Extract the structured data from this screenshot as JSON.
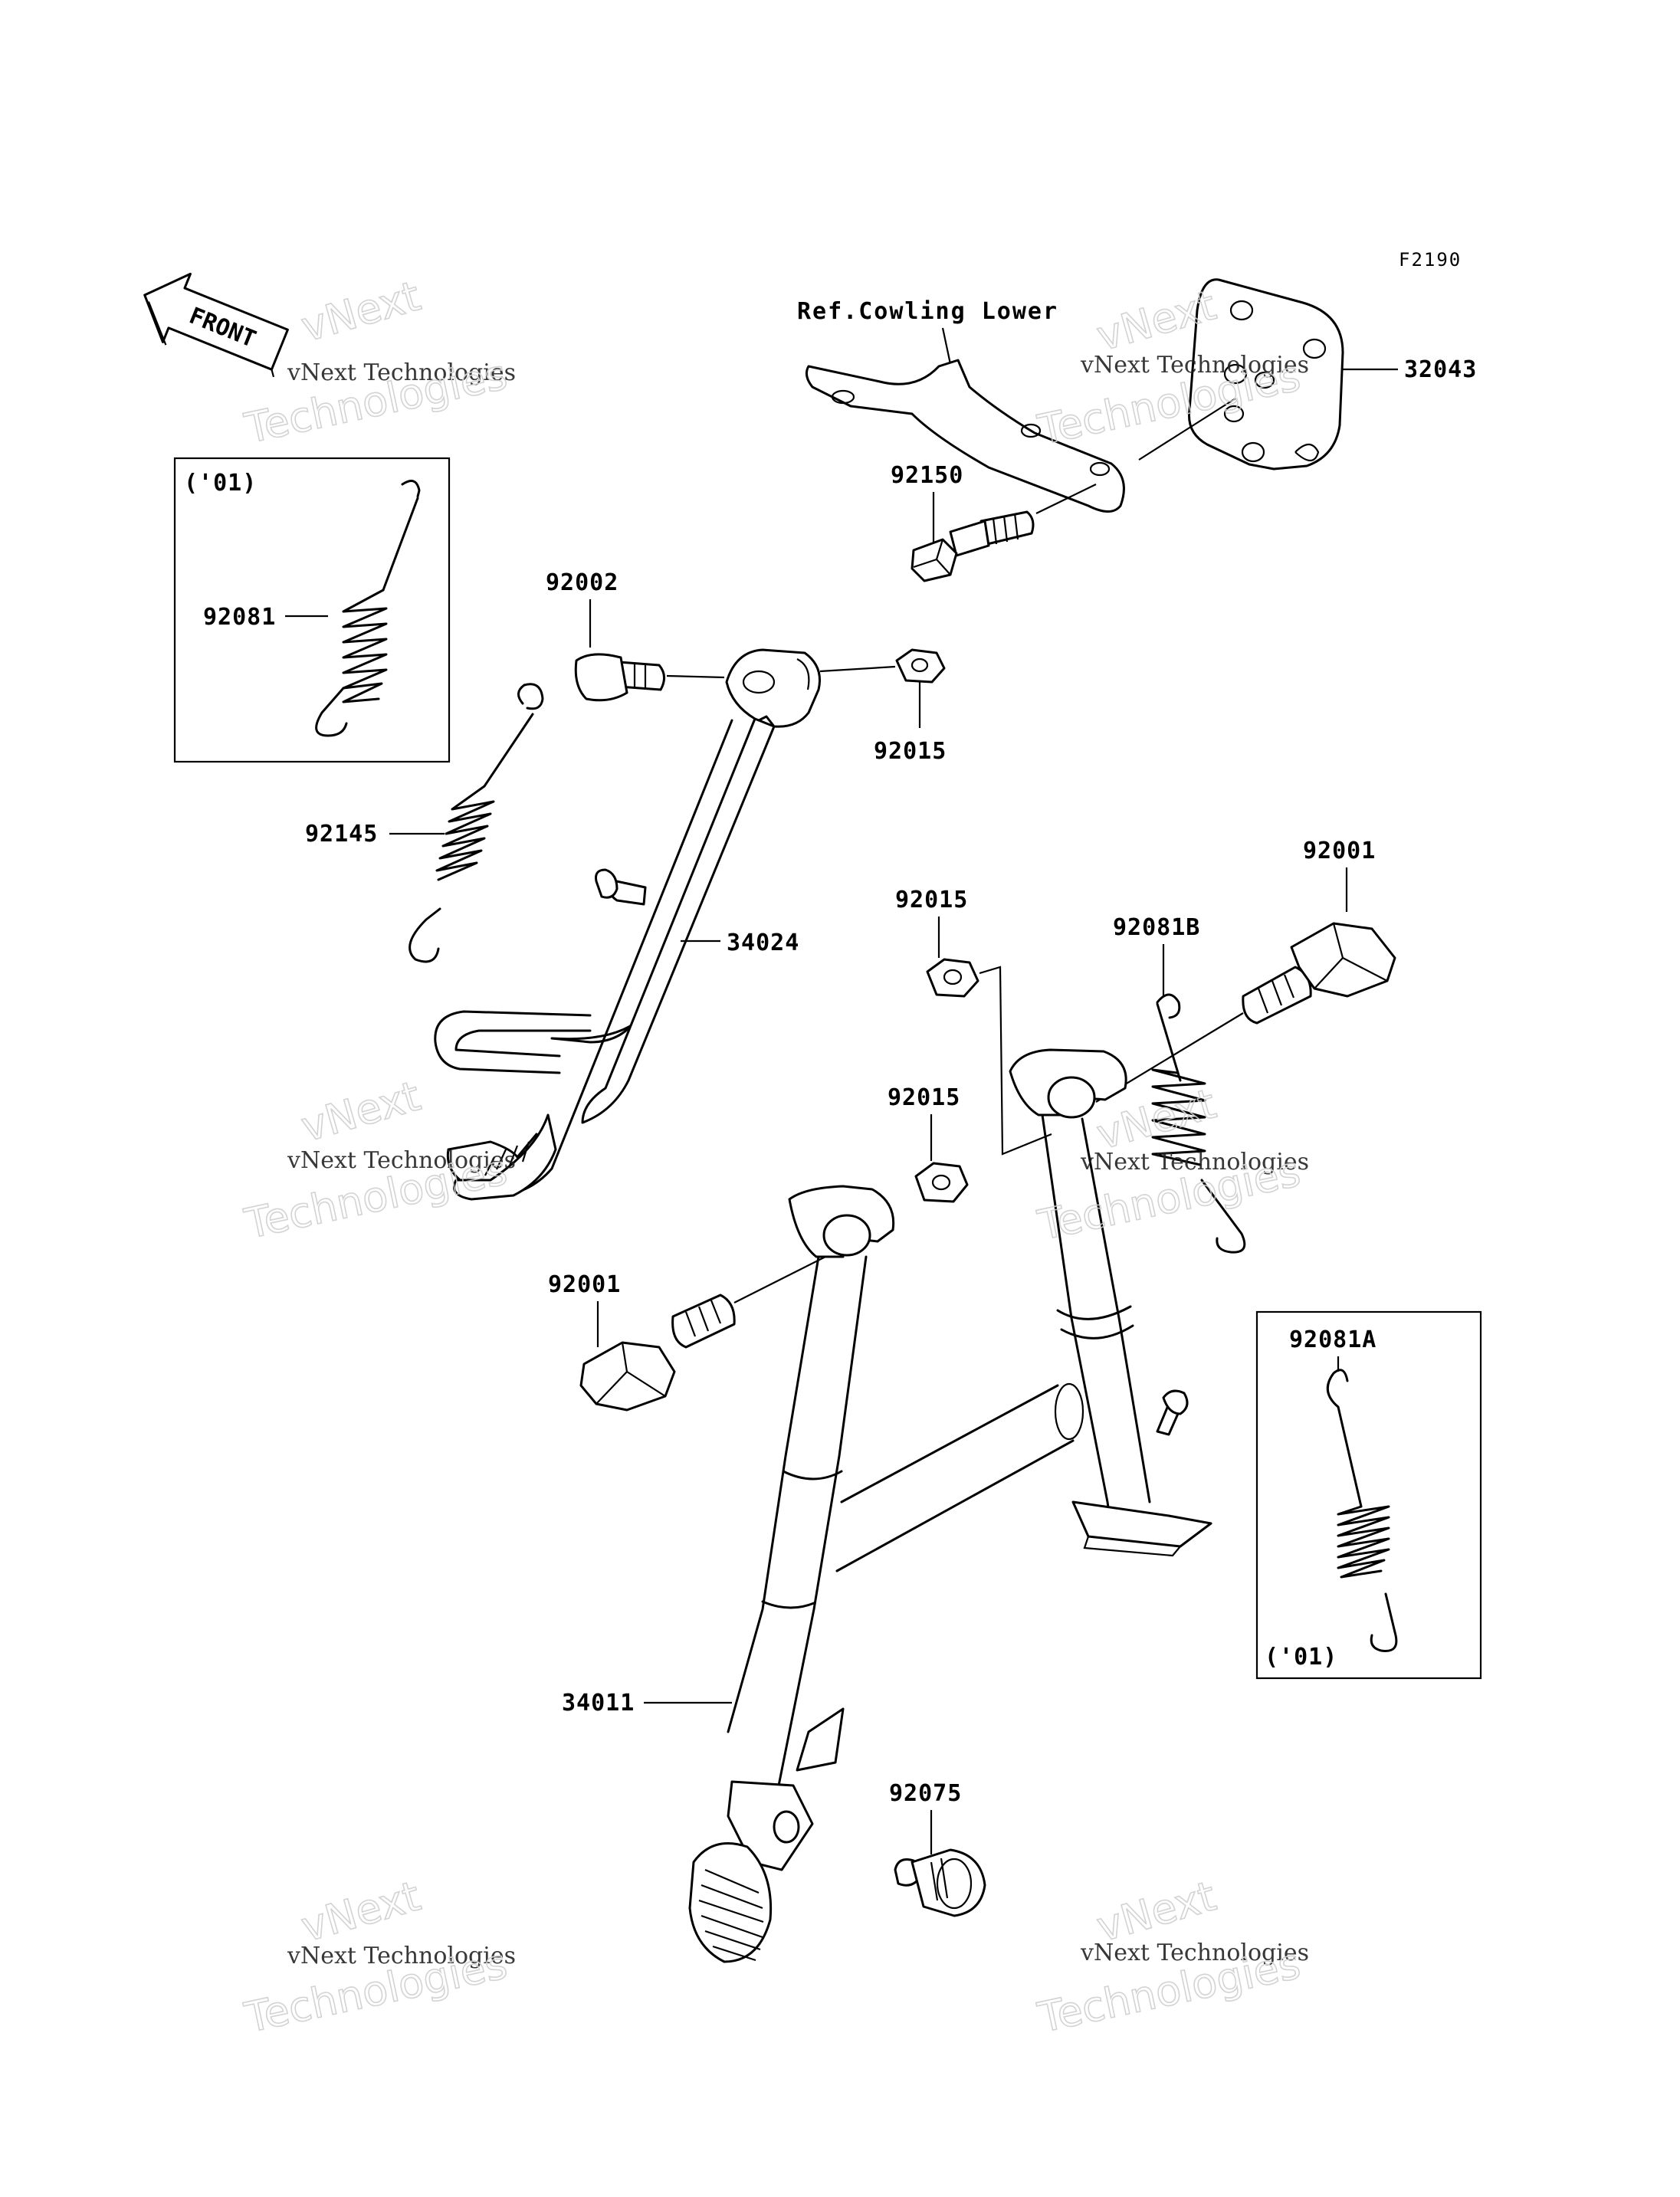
{
  "diagram": {
    "figure_code": "F2190",
    "reference_note": "Ref.Cowling Lower",
    "front_indicator": "FRONT",
    "inset_left": {
      "note": "('01)",
      "part": "92081"
    },
    "inset_right": {
      "note": "('01)",
      "part": "92081A"
    },
    "parts": {
      "p32043": "32043",
      "p92150": "92150",
      "p92002": "92002",
      "p92015_top": "92015",
      "p92145": "92145",
      "p34024": "34024",
      "p92001_right": "92001",
      "p92015_mid": "92015",
      "p92081b": "92081B",
      "p92015_low": "92015",
      "p92001_left": "92001",
      "p34011": "34011",
      "p92075": "92075"
    },
    "watermark": {
      "brand": "vNext",
      "company": "vNext Technologies",
      "word": "Technologies"
    }
  }
}
